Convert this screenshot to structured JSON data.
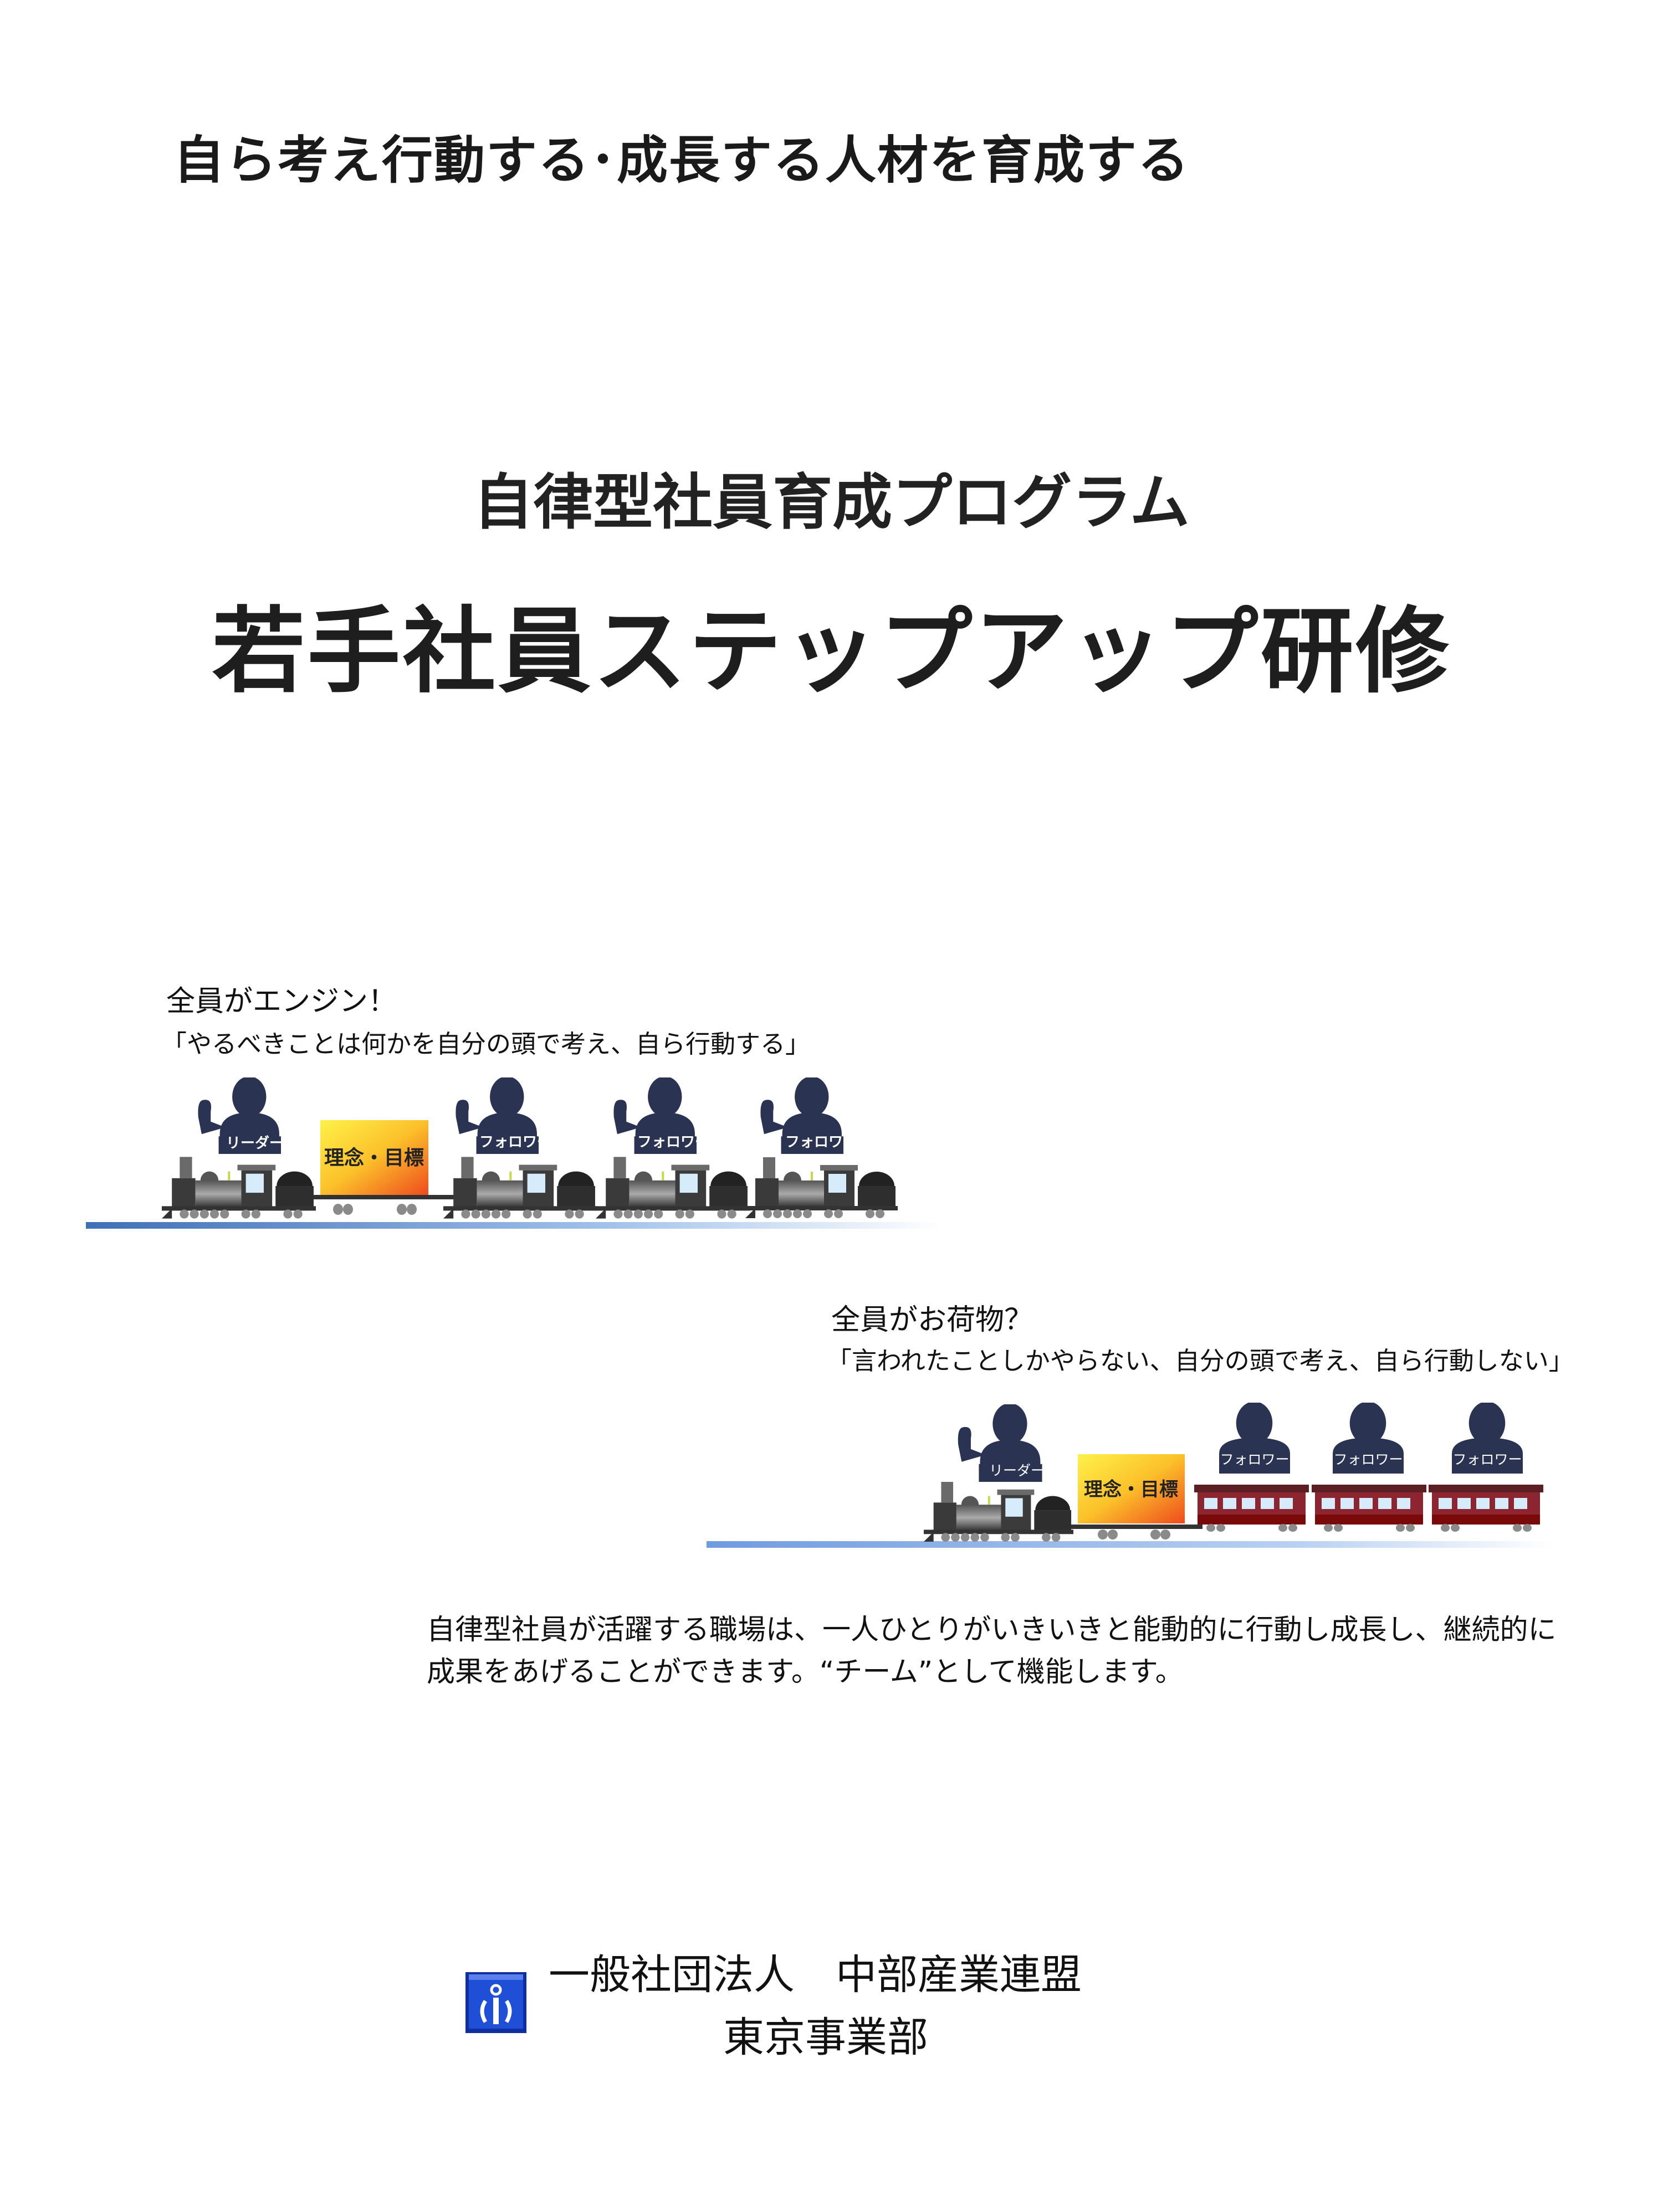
{
  "tagline": "自ら考え行動する･成長する人材を育成する",
  "subtitle": "自律型社員育成プログラム",
  "title": "若手社員ステップアップ研修",
  "engine_scene": {
    "heading": "全員がエンジン！",
    "quote": "「やるべきことは何かを自分の頭で考え、自ら行動する」",
    "leader_label": "リーダー",
    "follower_label": "フォロワー",
    "cargo_label": "理念・目標"
  },
  "baggage_scene": {
    "heading": "全員がお荷物？",
    "quote": "「言われたことしかやらない、自分の頭で考え、自ら行動しない」",
    "leader_label": "リーダー",
    "follower_label": "フォロワー",
    "cargo_label": "理念・目標"
  },
  "description": "自律型社員が活躍する職場は、一人ひとりがいきいきと能動的に行動し成長し、継続的に成果をあげることができます。“チーム”として機能します。",
  "organization": {
    "name": "一般社団法人　中部産業連盟",
    "department": "東京事業部",
    "logo_color": "#1f4fd6"
  }
}
